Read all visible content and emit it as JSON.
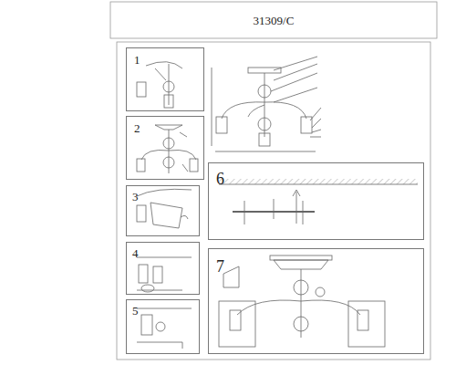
{
  "diagram": {
    "title": "31309/C",
    "nodes": [
      {
        "text": [
          "1"
        ]
      },
      {
        "text": [
          "2"
        ]
      },
      {
        "text": [
          "3"
        ]
      },
      {
        "text": [
          "4"
        ]
      },
      {
        "text": [
          "5"
        ]
      },
      {
        "text": [
          "6"
        ]
      },
      {
        "text": [
          "7"
        ]
      }
    ]
  }
}
